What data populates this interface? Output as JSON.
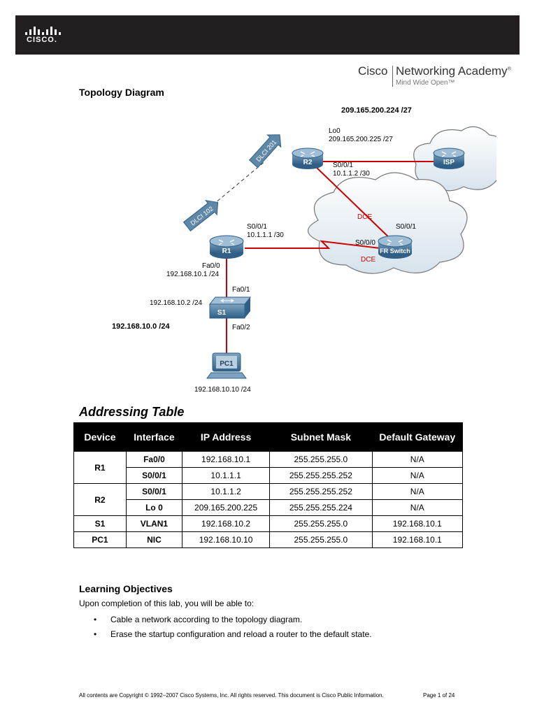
{
  "header": {
    "logo_text": "CISCO."
  },
  "brand": {
    "cisco": "Cisco",
    "academy": "Networking Academy",
    "mark": "®",
    "tagline": "Mind Wide Open™"
  },
  "topology": {
    "title": "Topology Diagram",
    "r2_lan": "209.165.200.224 /27",
    "lo0": "Lo0",
    "lo0_addr": "209.165.200.225 /27",
    "r2_s001": "S0/0/1",
    "r2_s001_addr": "10.1.1.2 /30",
    "dce_top": "DCE",
    "fr_s001": "S0/0/1",
    "r1_s001": "S0/0/1",
    "r1_s001_addr": "10.1.1.1 /30",
    "fr_s000": "S0/0/0",
    "dce_bottom": "DCE",
    "r1_fa00": "Fa0/0",
    "r1_fa00_addr": "192.168.10.1 /24",
    "s1_fa01": "Fa0/1",
    "s1_addr": "192.168.10.2 /24",
    "lan": "192.168.10.0 /24",
    "s1_fa02": "Fa0/2",
    "pc1_addr": "192.168.10.10 /24",
    "dlci_201": "DLCI 201",
    "dlci_102": "DLCI 102",
    "r1": "R1",
    "r2": "R2",
    "isp": "ISP",
    "fr_switch": "FR Switch",
    "s1": "S1",
    "pc1": "PC1"
  },
  "addressing": {
    "title": "Addressing Table",
    "headers": [
      "Device",
      "Interface",
      "IP Address",
      "Subnet Mask",
      "Default Gateway"
    ],
    "rows": [
      [
        "R1",
        "Fa0/0",
        "192.168.10.1",
        "255.255.255.0",
        "N/A"
      ],
      [
        "",
        "S0/0/1",
        "10.1.1.1",
        "255.255.255.252",
        "N/A"
      ],
      [
        "R2",
        "S0/0/1",
        "10.1.1.2",
        "255.255.255.252",
        "N/A"
      ],
      [
        "",
        "Lo 0",
        "209.165.200.225",
        "255.255.255.224",
        "N/A"
      ],
      [
        "S1",
        "VLAN1",
        "192.168.10.2",
        "255.255.255.0",
        "192.168.10.1"
      ],
      [
        "PC1",
        "NIC",
        "192.168.10.10",
        "255.255.255.0",
        "192.168.10.1"
      ]
    ]
  },
  "objectives": {
    "title": "Learning Objectives",
    "intro": "Upon completion of this lab, you will be able to:",
    "items": [
      "Cable a network according to the topology diagram.",
      "Erase the startup configuration and reload a router to the default state."
    ]
  },
  "footer": {
    "copyright": "All contents are Copyright © 1992–2007 Cisco Systems, Inc. All rights reserved. This document is Cisco Public Information.",
    "page": "Page 1 of 24"
  }
}
